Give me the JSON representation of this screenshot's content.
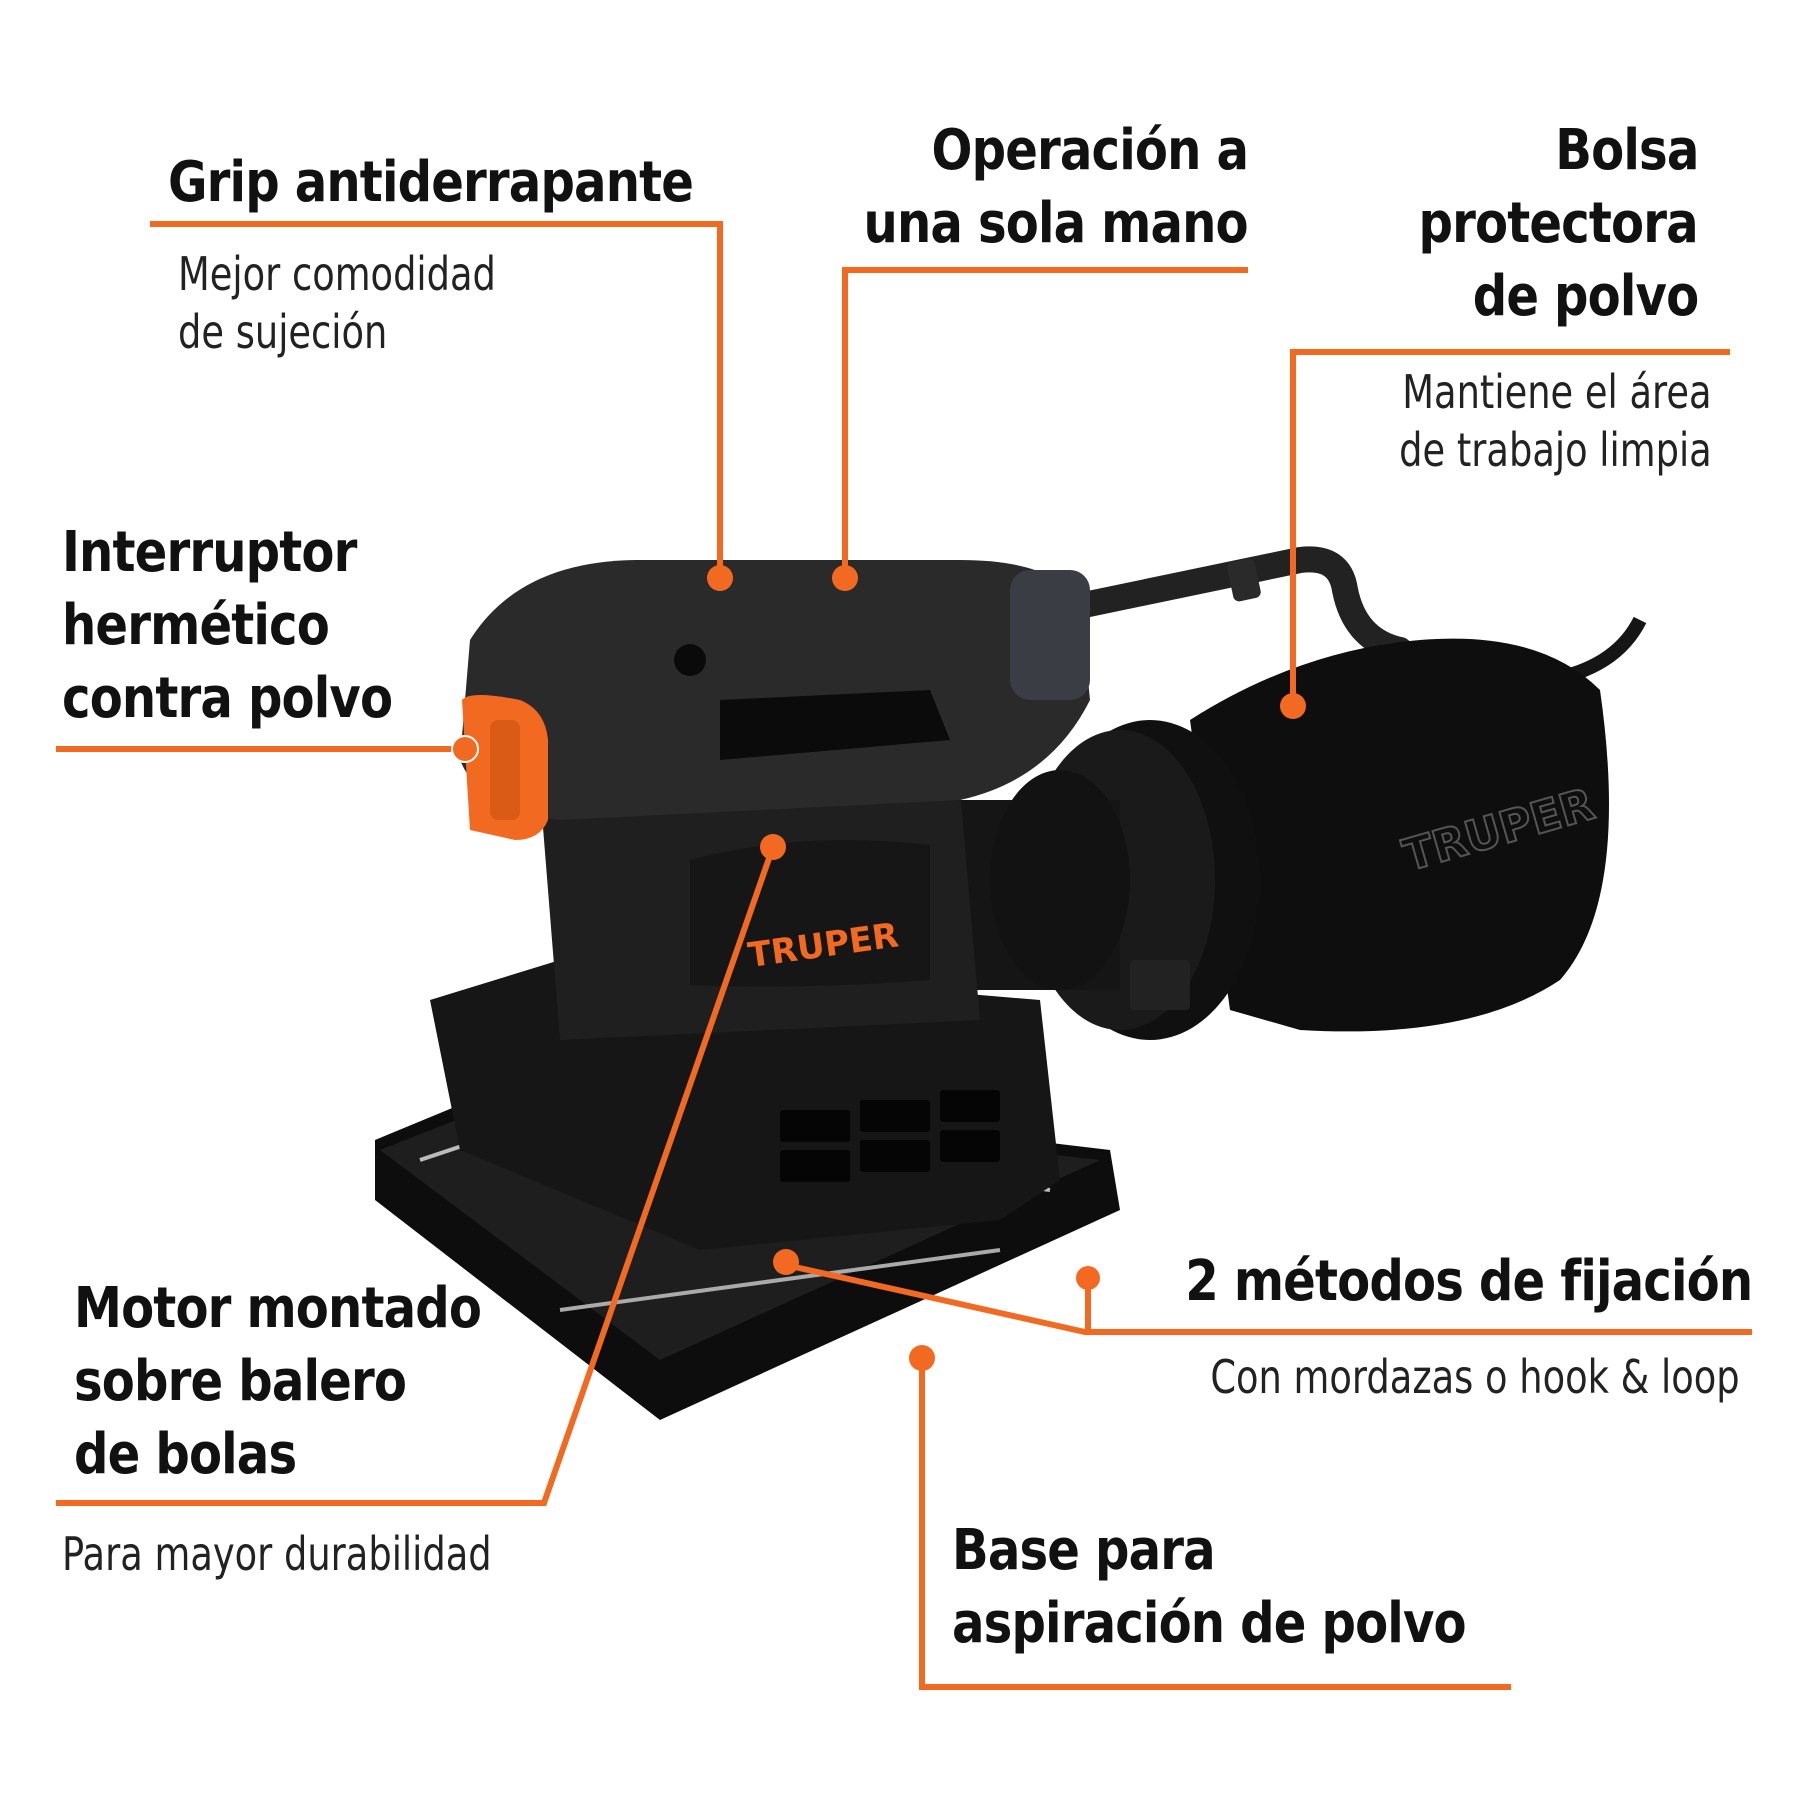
{
  "brand": {
    "name": "TRUPER",
    "accent_color": "#F26A21",
    "body_color": "#1c1c1c"
  },
  "callouts": [
    {
      "id": "grip",
      "title": "Grip antiderrapante",
      "subtitle_lines": [
        "Mejor comodidad",
        "de sujeción"
      ]
    },
    {
      "id": "one-hand",
      "title_lines": [
        "Operación a",
        "una sola mano"
      ]
    },
    {
      "id": "dust-bag",
      "title_lines": [
        "Bolsa",
        "protectora",
        "de polvo"
      ],
      "subtitle_lines": [
        "Mantiene el área",
        "de trabajo limpia"
      ]
    },
    {
      "id": "switch",
      "title_lines": [
        "Interruptor",
        "hermético",
        "contra polvo"
      ]
    },
    {
      "id": "motor",
      "title_lines": [
        "Motor montado",
        "sobre balero",
        "de bolas"
      ],
      "subtitle": "Para mayor durabilidad"
    },
    {
      "id": "fixing",
      "title": "2 métodos de fijación",
      "subtitle": "Con mordazas o hook & loop"
    },
    {
      "id": "dust-base",
      "title_lines": [
        "Base para",
        "aspiración de polvo"
      ]
    }
  ],
  "product": {
    "logo_text": "TRUPER",
    "bag_logo_text": "TRUPER"
  }
}
